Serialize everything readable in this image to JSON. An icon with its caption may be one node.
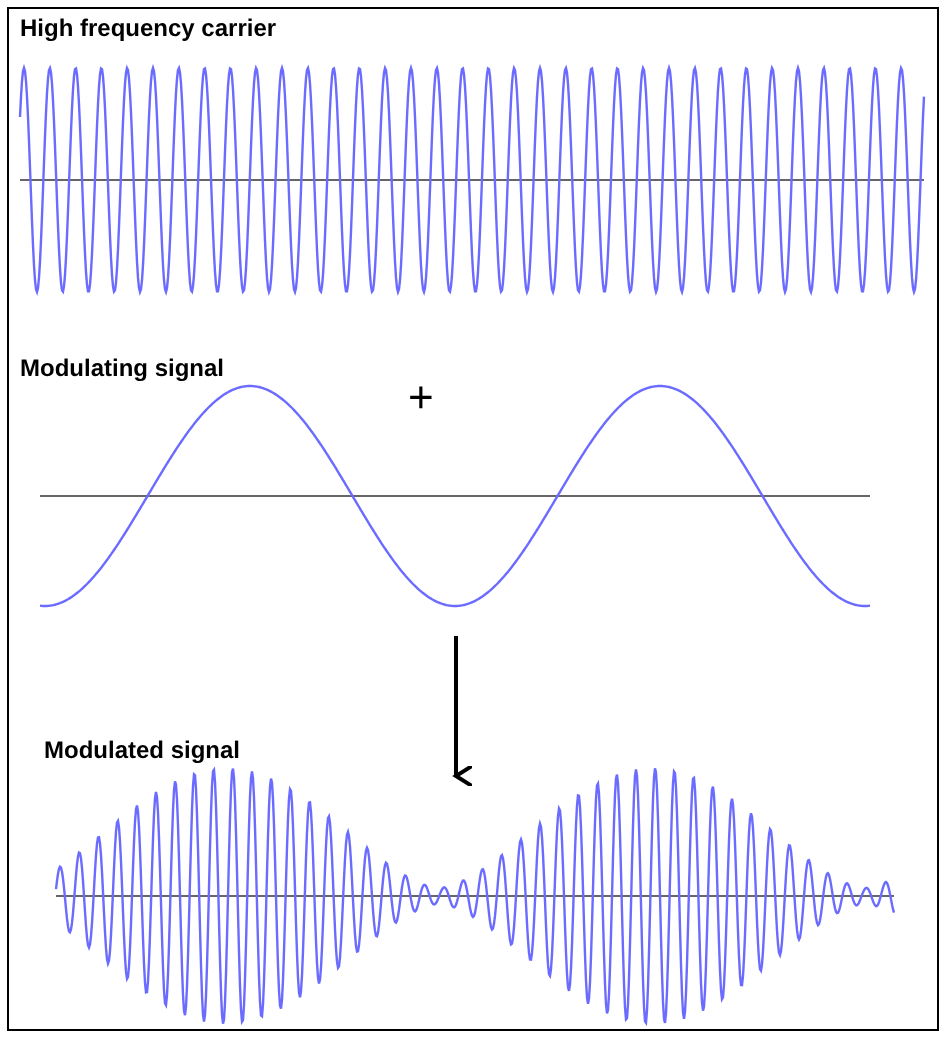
{
  "diagram": {
    "labels": [
      "High frequency carrier",
      "Modulating signal",
      "+",
      "Modulated signal"
    ]
  }
}
